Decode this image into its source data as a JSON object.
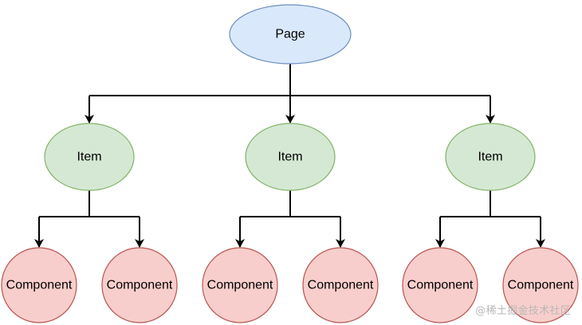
{
  "colors": {
    "page_fill": "#dae8fc",
    "page_stroke": "#6c8ebf",
    "item_fill": "#d5e8d4",
    "item_stroke": "#82b366",
    "component_fill": "#f8cecc",
    "component_stroke": "#b85450",
    "edge": "#000000"
  },
  "diagram": {
    "root": {
      "label": "Page"
    },
    "items": [
      {
        "label": "Item",
        "components": [
          {
            "label": "Component"
          },
          {
            "label": "Component"
          }
        ]
      },
      {
        "label": "Item",
        "components": [
          {
            "label": "Component"
          },
          {
            "label": "Component"
          }
        ]
      },
      {
        "label": "Item",
        "components": [
          {
            "label": "Component"
          },
          {
            "label": "Component"
          }
        ]
      }
    ]
  },
  "watermark": "@稀土掘金技术社区"
}
